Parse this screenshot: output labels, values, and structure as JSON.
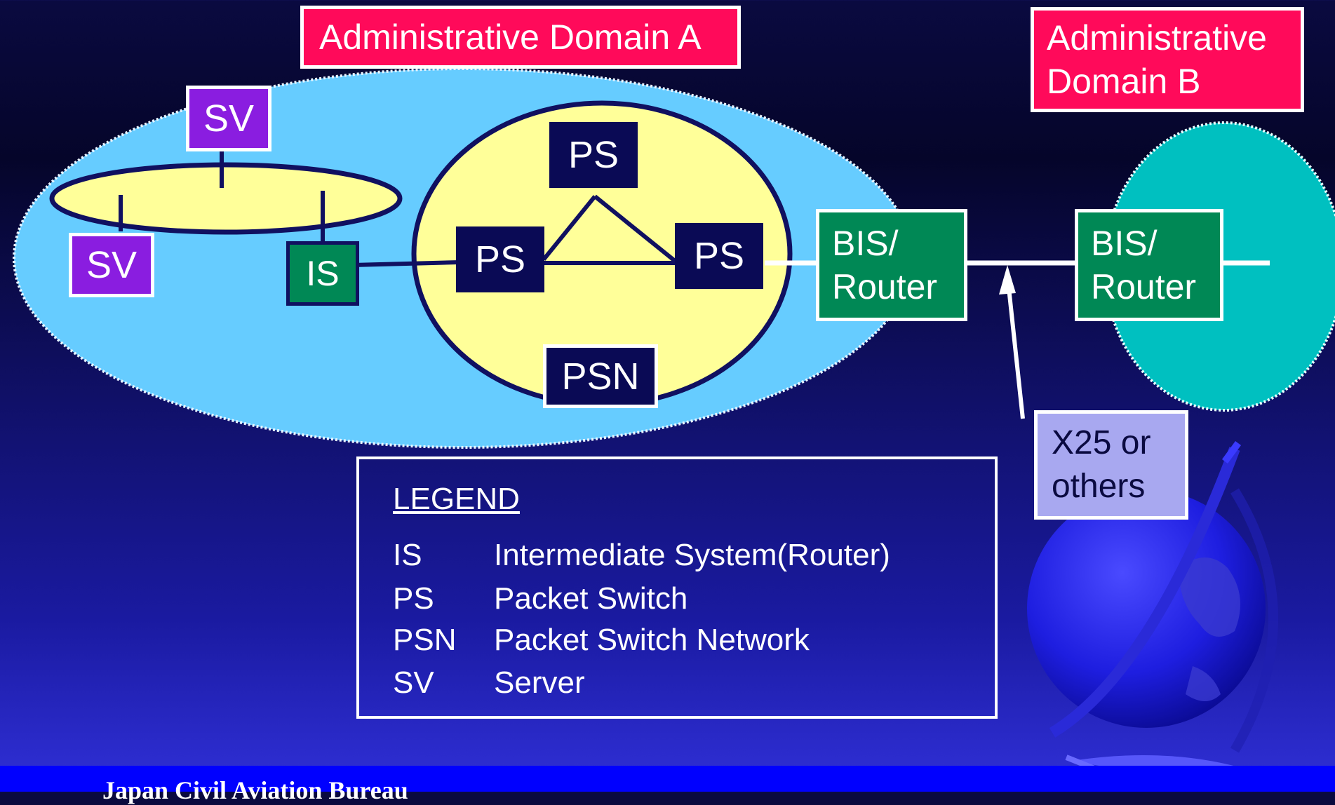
{
  "domain_a": {
    "label": "Administrative Domain A",
    "fill": "#66ccff"
  },
  "domain_b": {
    "label_line1": "Administrative",
    "label_line2": "Domain B",
    "fill": "#00c0c0"
  },
  "psn": {
    "label": "PSN",
    "fill": "#ffff99"
  },
  "nodes": {
    "sv_top": "SV",
    "sv_left": "SV",
    "is": "IS",
    "ps_top": "PS",
    "ps_left": "PS",
    "ps_right": "PS",
    "bis_a": {
      "line1": "BIS/",
      "line2": "Router"
    },
    "bis_b": {
      "line1": "BIS/",
      "line2": "Router"
    }
  },
  "link_label": {
    "line1": "X25 or",
    "line2": "others"
  },
  "legend": {
    "title": "LEGEND",
    "items": [
      {
        "abbr": "IS",
        "desc": "Intermediate System(Router)"
      },
      {
        "abbr": "PS",
        "desc": "Packet Switch"
      },
      {
        "abbr": "PSN",
        "desc": "Packet Switch Network"
      },
      {
        "abbr": "SV",
        "desc": "Server"
      }
    ]
  },
  "footer": {
    "text": "Japan Civil Aviation Bureau"
  },
  "colors": {
    "label_red": "#ff0a5a",
    "server_purple": "#8a1de0",
    "router_green": "#008855",
    "switch_navy": "#0a0a55",
    "link_label_lavender": "#a8a8f0",
    "footer_blue": "#0000ff"
  }
}
